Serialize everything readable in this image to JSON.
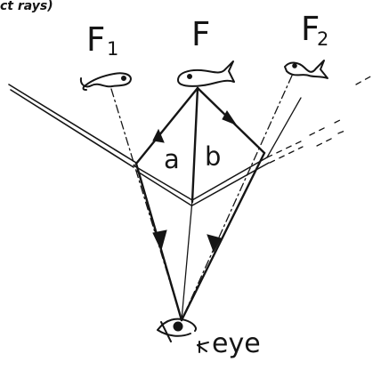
{
  "header_fragment": "ct rays)",
  "labels": {
    "fish_left": "F",
    "fish_left_sub": "1",
    "fish_center": "F",
    "fish_right": "F",
    "fish_right_sub": "2",
    "angle_a": "a",
    "angle_b": "b",
    "eye_note": "eye"
  },
  "colors": {
    "ink": "#151515",
    "background": "#ffffff"
  }
}
